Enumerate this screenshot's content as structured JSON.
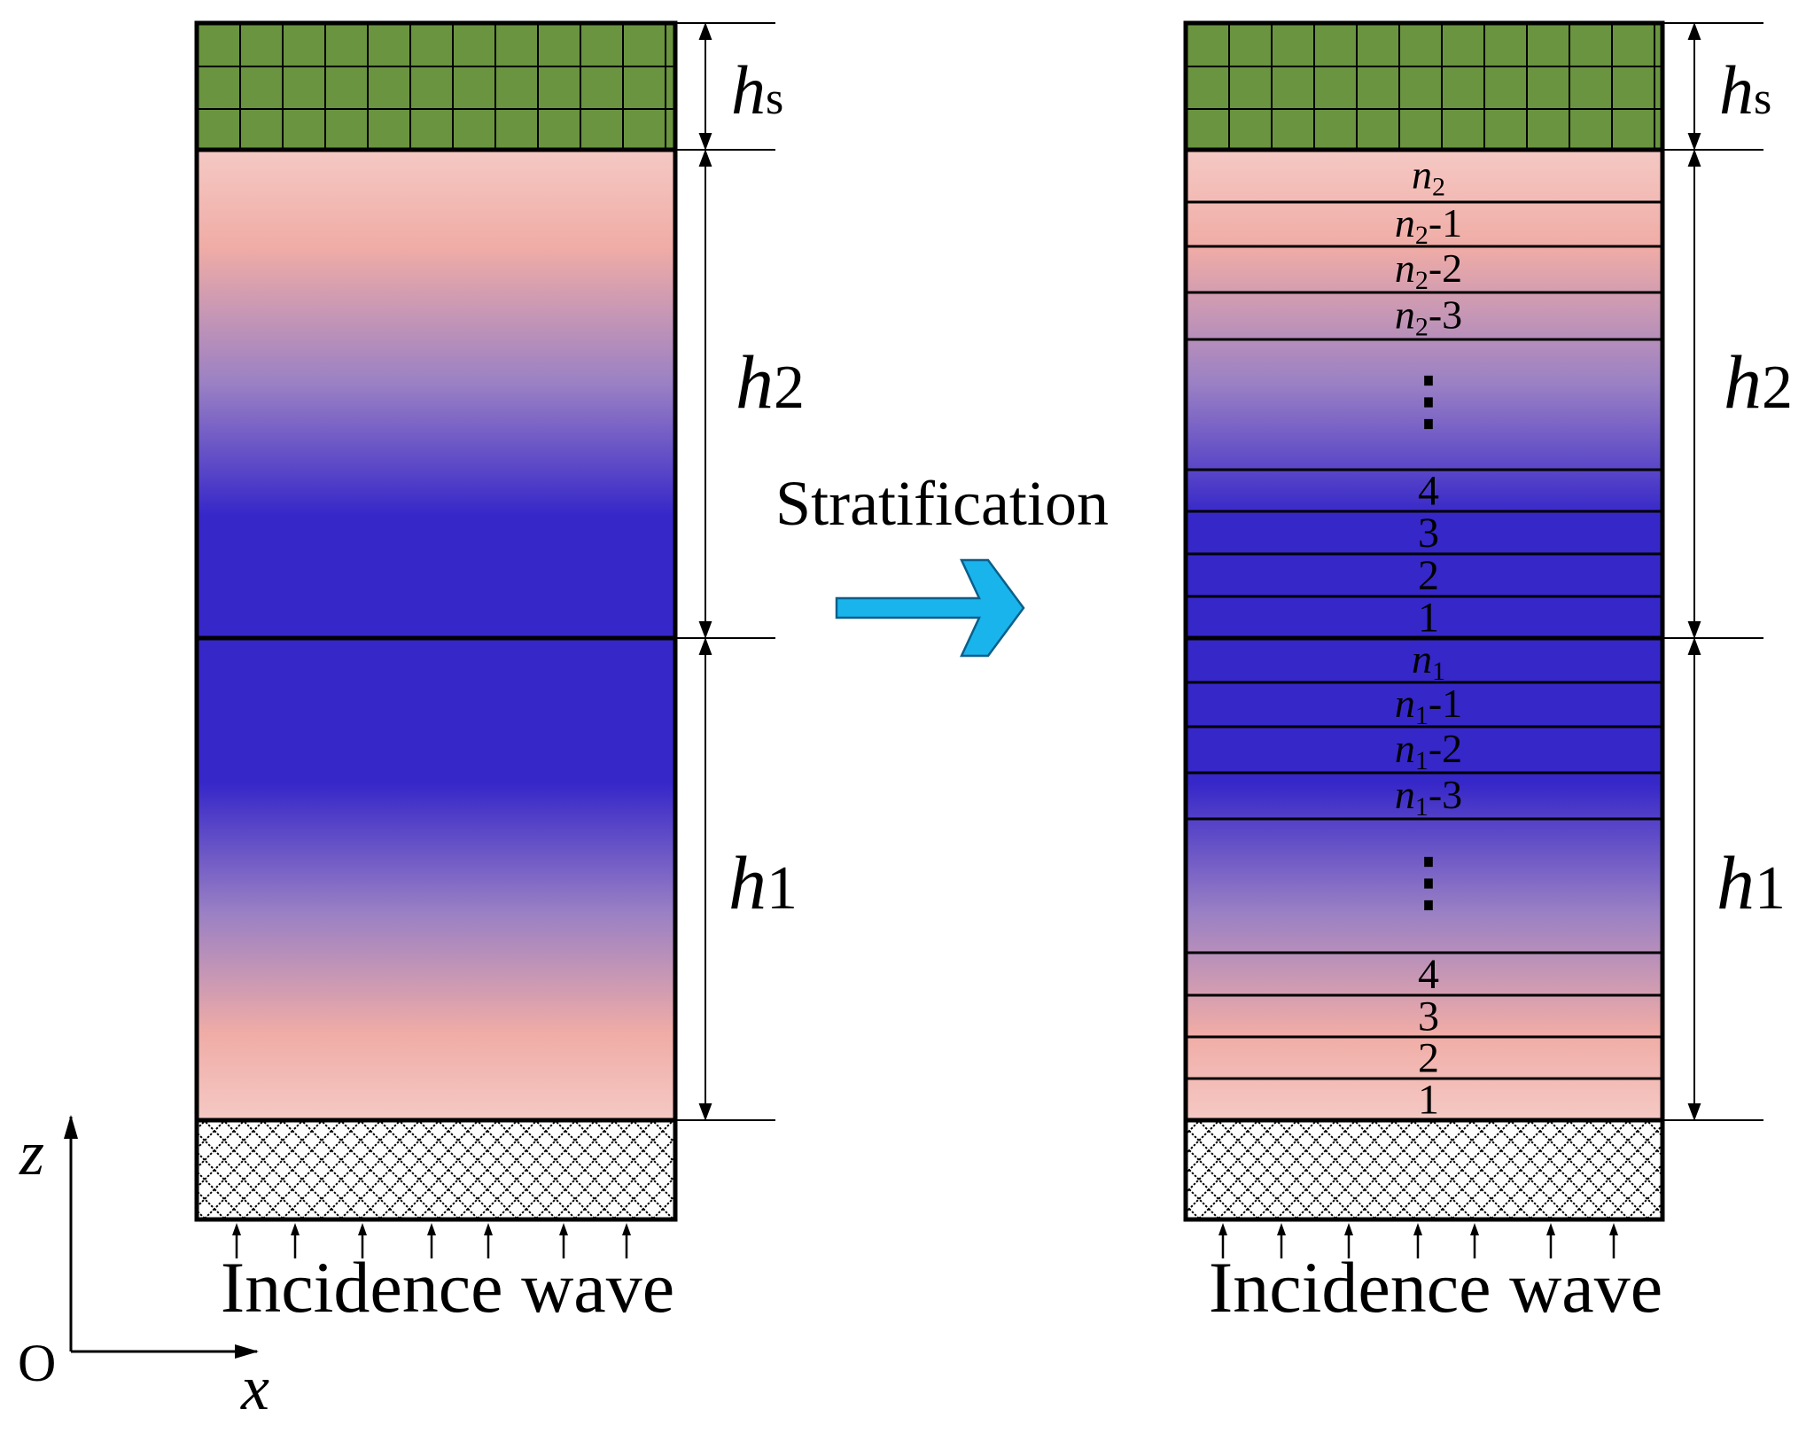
{
  "colors": {
    "pink_light": "#f5c9c4",
    "pink": "#f0aca6",
    "purple": "#9a80c4",
    "blue": "#3627c9",
    "substrate": "#6a9440",
    "arrow": "#1ab4ec"
  },
  "stratification_label": "Stratification",
  "incidence_label": "Incidence wave",
  "axes": {
    "z": "z",
    "x": "x",
    "origin": "O"
  },
  "dims": {
    "hs": {
      "main": "h",
      "sub": "s"
    },
    "h2": {
      "main": "h",
      "sub": "2"
    },
    "h1": {
      "main": "h",
      "sub": "1"
    }
  },
  "upper_layers": [
    {
      "var": "n",
      "sub": "2",
      "suffix": ""
    },
    {
      "var": "n",
      "sub": "2",
      "suffix": "-1"
    },
    {
      "var": "n",
      "sub": "2",
      "suffix": "-2"
    },
    {
      "var": "n",
      "sub": "2",
      "suffix": "-3"
    },
    {
      "ellipsis": "⋮"
    },
    {
      "num": "4"
    },
    {
      "num": "3"
    },
    {
      "num": "2"
    },
    {
      "num": "1"
    }
  ],
  "lower_layers": [
    {
      "var": "n",
      "sub": "1",
      "suffix": ""
    },
    {
      "var": "n",
      "sub": "1",
      "suffix": "-1"
    },
    {
      "var": "n",
      "sub": "1",
      "suffix": "-2"
    },
    {
      "var": "n",
      "sub": "1",
      "suffix": "-3"
    },
    {
      "ellipsis": "⋮"
    },
    {
      "num": "4"
    },
    {
      "num": "3"
    },
    {
      "num": "2"
    },
    {
      "num": "1"
    }
  ]
}
